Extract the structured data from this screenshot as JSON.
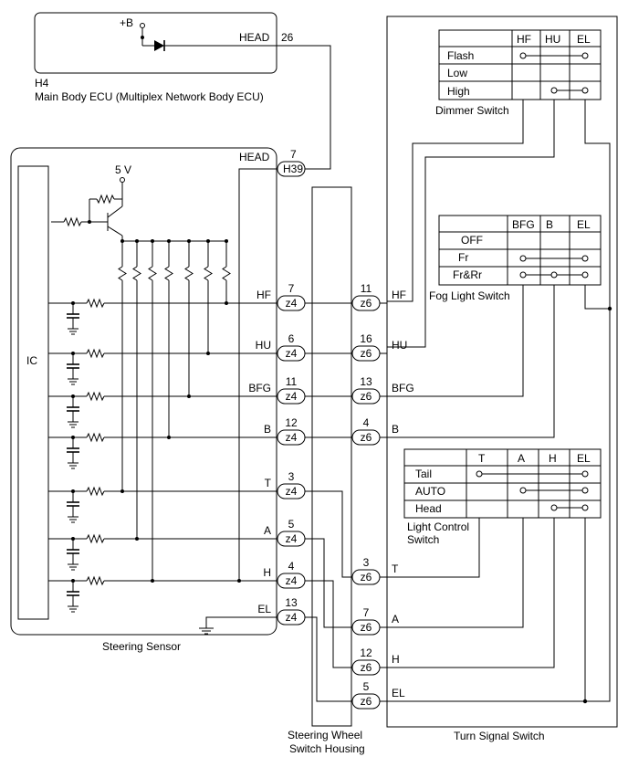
{
  "ecu": {
    "power": "+B",
    "id": "H4",
    "name": "Main Body ECU (Multiplex Network Body ECU)",
    "head_label": "HEAD",
    "head_pin": "26"
  },
  "sensor": {
    "ic_label": "IC",
    "vref": "5 V",
    "head_label": "HEAD",
    "head_pin": "7",
    "head_conn": "H39",
    "name": "Steering Sensor"
  },
  "z4": [
    {
      "sig": "HF",
      "pin": "7",
      "conn": "z4"
    },
    {
      "sig": "HU",
      "pin": "6",
      "conn": "z4"
    },
    {
      "sig": "BFG",
      "pin": "11",
      "conn": "z4"
    },
    {
      "sig": "B",
      "pin": "12",
      "conn": "z4"
    },
    {
      "sig": "T",
      "pin": "3",
      "conn": "z4"
    },
    {
      "sig": "A",
      "pin": "5",
      "conn": "z4"
    },
    {
      "sig": "H",
      "pin": "4",
      "conn": "z4"
    },
    {
      "sig": "EL",
      "pin": "13",
      "conn": "z4"
    }
  ],
  "z6": [
    {
      "sig": "HF",
      "pin": "11",
      "conn": "z6"
    },
    {
      "sig": "HU",
      "pin": "16",
      "conn": "z6"
    },
    {
      "sig": "BFG",
      "pin": "13",
      "conn": "z6"
    },
    {
      "sig": "B",
      "pin": "4",
      "conn": "z6"
    },
    {
      "sig": "T",
      "pin": "3",
      "conn": "z6"
    },
    {
      "sig": "A",
      "pin": "7",
      "conn": "z6"
    },
    {
      "sig": "H",
      "pin": "12",
      "conn": "z6"
    },
    {
      "sig": "EL",
      "pin": "5",
      "conn": "z6"
    }
  ],
  "housing": {
    "name_line1": "Steering Wheel",
    "name_line2": "Switch Housing"
  },
  "dimmer": {
    "headers": [
      "HF",
      "HU",
      "EL"
    ],
    "rows": [
      "Flash",
      "Low",
      "High"
    ],
    "name": "Dimmer Switch"
  },
  "fog": {
    "headers": [
      "BFG",
      "B",
      "EL"
    ],
    "rows": [
      "OFF",
      "Fr",
      "Fr&Rr"
    ],
    "name": "Fog Light Switch"
  },
  "light": {
    "headers": [
      "T",
      "A",
      "H",
      "EL"
    ],
    "rows": [
      "Tail",
      "AUTO",
      "Head"
    ],
    "name_line1": "Light Control",
    "name_line2": "Switch"
  },
  "turn": {
    "name": "Turn Signal Switch"
  }
}
